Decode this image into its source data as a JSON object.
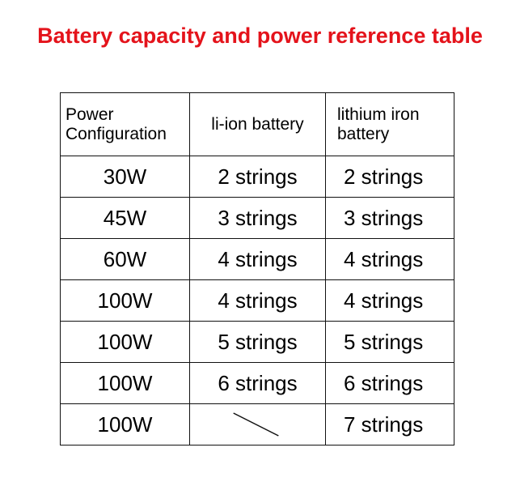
{
  "title": "Battery capacity and power reference table",
  "colors": {
    "title": "#e4131b",
    "border": "#111111",
    "text": "#000000"
  },
  "table": {
    "headers": [
      "Power Configuration",
      "li-ion battery",
      "lithium iron battery"
    ],
    "rows": [
      [
        "30W",
        "2 strings",
        "2 strings"
      ],
      [
        "45W",
        "3 strings",
        "3 strings"
      ],
      [
        "60W",
        "4 strings",
        "4 strings"
      ],
      [
        "100W",
        "4 strings",
        "4 strings"
      ],
      [
        "100W",
        "5 strings",
        "5 strings"
      ],
      [
        "100W",
        "6 strings",
        "6 strings"
      ],
      [
        "100W",
        "",
        "7 strings"
      ]
    ],
    "not_applicable_mark": "diagonal-line"
  }
}
